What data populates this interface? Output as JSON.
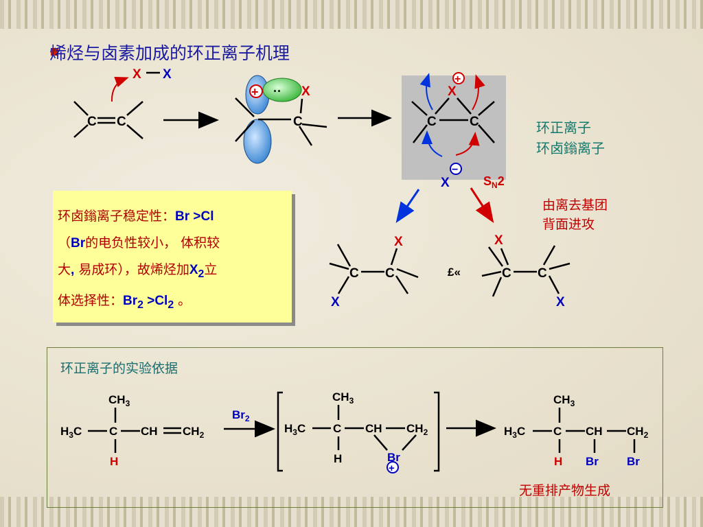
{
  "slide": {
    "title": "烯烃与卤素加成的环正离子机理",
    "side_label_1": "环正离子",
    "side_label_2": "环卤鎓离子",
    "backside_1": "由离去基团",
    "backside_2": "背面进攻",
    "sn2_main": "S",
    "sn2_sub": "N",
    "sn2_num": "2",
    "equiv_glyph": "£«",
    "evidence_title": "环正离子的实验依据",
    "no_rearrangement": "无重排产物生成"
  },
  "stability_box": {
    "line1_a": "环卤鎓离子稳定性：",
    "line1_b": "Br >Cl",
    "line2_a": "（",
    "line2_b": "Br",
    "line2_c": "的电负性较小， 体积较",
    "line3_a": "大",
    "line3_b": ",",
    "line3_c": " 易成环），故烯烃加",
    "line3_d": "X",
    "line3_e": "2",
    "line3_f": "立",
    "line4_a": "体选择性：",
    "line4_b": "Br",
    "line4_c": "2",
    "line4_d": " >Cl",
    "line4_e": "2",
    "line4_f": "  。"
  },
  "atoms": {
    "C": "C",
    "X": "X",
    "H": "H",
    "Br": "Br",
    "CH": "CH",
    "CH3": "CH",
    "CH2": "CH",
    "H3C": "H",
    "sub3": "3",
    "sub2": "2",
    "plus": "+",
    "minus": "−",
    "dots": "··",
    "bond": "—",
    "dbl": "═"
  },
  "reagent": {
    "name": "Br",
    "sub": "2"
  },
  "colors": {
    "title_blue": "#1a1aa0",
    "atom_red": "#d00000",
    "atom_blue": "#0000c0",
    "teal": "#127a6e",
    "orbital_blue": "#3a8ad8",
    "orbital_green": "#40c040",
    "yellow_box": "#ffff99",
    "gray_box": "#c0c0c0"
  }
}
